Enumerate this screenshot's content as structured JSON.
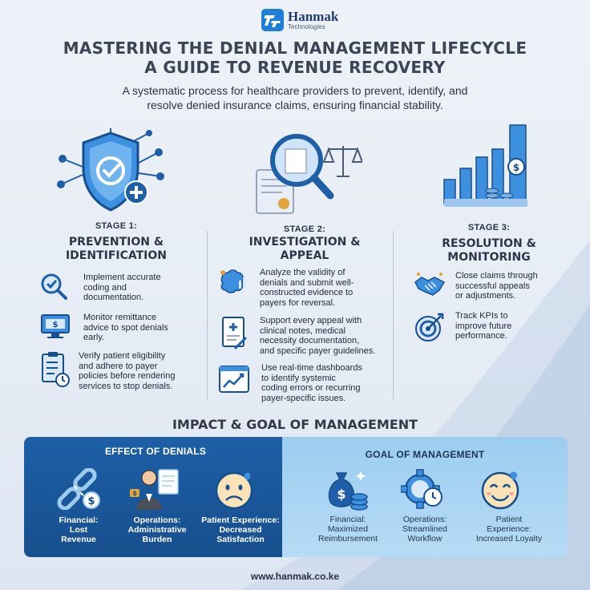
{
  "brand": {
    "name": "Hanmak",
    "sub": "Technologies"
  },
  "title_line1": "MASTERING THE DENIAL MANAGEMENT LIFECYCLE",
  "title_line2": "A GUIDE TO REVENUE RECOVERY",
  "subtitle_line1": "A systematic process for healthcare providers to prevent, identify, and",
  "subtitle_line2": "resolve denied insurance claims, ensuring financial stability.",
  "stages": [
    {
      "label": "STAGE 1:",
      "name_line1": "PREVENTION &",
      "name_line2": "IDENTIFICATION",
      "items": [
        {
          "icon": "magnifier-check-icon",
          "lines": [
            "Implement accurate",
            "coding and",
            "documentation."
          ]
        },
        {
          "icon": "monitor-dollar-icon",
          "lines": [
            "Monitor remittance",
            "advice to spot denials",
            "early."
          ]
        },
        {
          "icon": "clipboard-clock-icon",
          "lines": [
            "Verify patient eligibility",
            "and adhere to payer",
            "policies before rendering",
            "services to stop denials."
          ]
        }
      ]
    },
    {
      "label": "STAGE 2:",
      "name_line1": "INVESTIGATION &",
      "name_line2": "APPEAL",
      "items": [
        {
          "icon": "brain-chart-icon",
          "lines": [
            "Analyze the validity of",
            "denials and submit well-",
            "constructed evidence to",
            "payers for reversal."
          ]
        },
        {
          "icon": "medical-document-icon",
          "lines": [
            "Support every appeal with",
            "clinical notes, medical",
            "necessity documentation,",
            "and specific payer guidelines."
          ]
        },
        {
          "icon": "dashboard-chart-icon",
          "lines": [
            "Use real-time dashboards",
            "to identify systemic",
            "coding errors or recurring",
            "payer-specific issues."
          ]
        }
      ]
    },
    {
      "label": "STAGE 3:",
      "name_line1": "RESOLUTION &",
      "name_line2": "MONITORING",
      "items": [
        {
          "icon": "handshake-icon",
          "lines": [
            "Close claims through",
            "successful appeals",
            "or adjustments."
          ]
        },
        {
          "icon": "target-icon",
          "lines": [
            "Track KPIs to",
            "improve future",
            "performance."
          ]
        }
      ]
    }
  ],
  "impact_title": "IMPACT & GOAL OF MANAGEMENT",
  "effect": {
    "heading": "EFFECT OF DENIALS",
    "items": [
      {
        "icon": "broken-chain-dollar-icon",
        "lines": [
          "Financial:",
          "Lost",
          "Revenue"
        ]
      },
      {
        "icon": "stressed-worker-icon",
        "lines": [
          "Operations:",
          "Administrative",
          "Burden"
        ]
      },
      {
        "icon": "sad-face-icon",
        "lines": [
          "Patient Experience:",
          "Decreased",
          "Satisfaction"
        ]
      }
    ]
  },
  "goal": {
    "heading": "GOAL OF MANAGEMENT",
    "items": [
      {
        "icon": "money-bag-coins-icon",
        "lines": [
          "Financial:",
          "Maximized",
          "Reimbursement"
        ]
      },
      {
        "icon": "gear-clock-icon",
        "lines": [
          "Operations:",
          "Streamlined",
          "Workflow"
        ]
      },
      {
        "icon": "happy-face-icon",
        "lines": [
          "Patient",
          "Experience:",
          "Increased Loyalty"
        ]
      }
    ]
  },
  "footer": "www.hanmak.co.ke",
  "colors": {
    "accent": "#1f7fd8",
    "dark_blue": "#174f8e",
    "light_blue": "#9ccdf0",
    "title": "#3d4453"
  }
}
